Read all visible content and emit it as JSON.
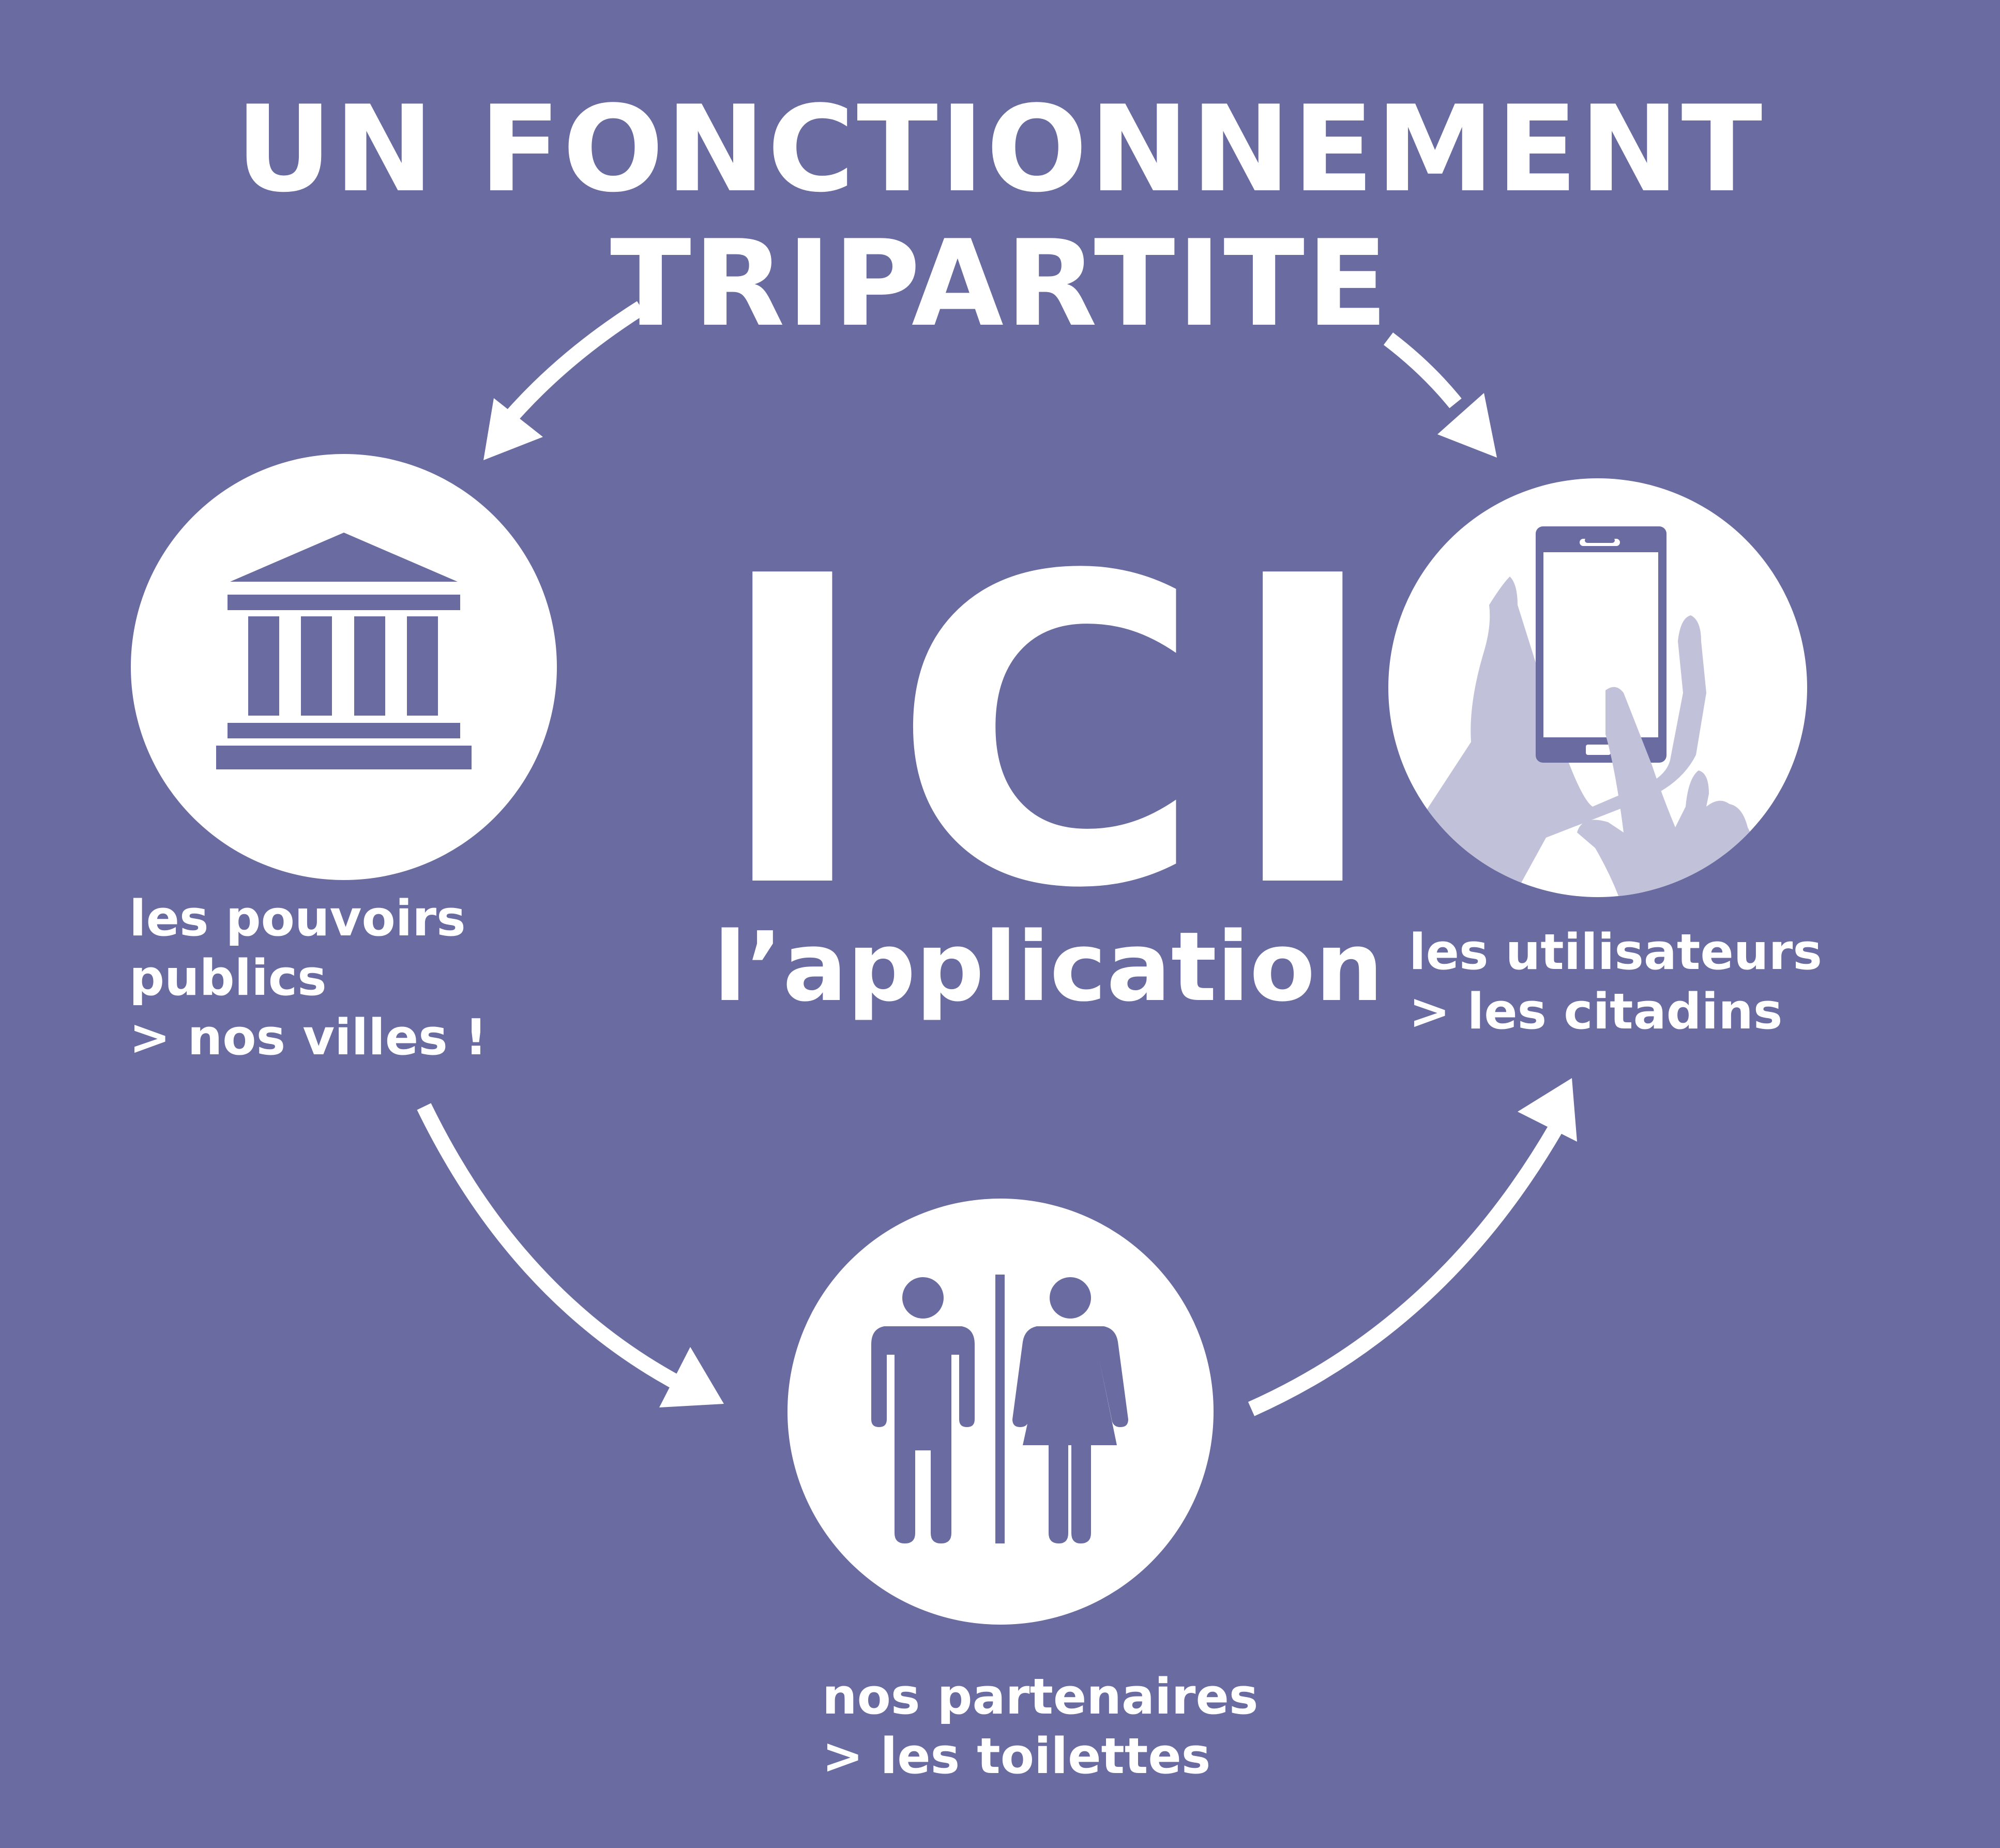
{
  "title": {
    "line1": "UN FONCTIONNEMENT",
    "line2": "TRIPARTITE"
  },
  "center": {
    "logo": "ICI",
    "subtitle": "l’application"
  },
  "nodes": {
    "public": {
      "icon": "government-building-icon",
      "lines": [
        "les pouvoirs",
        "publics",
        "> nos villes !"
      ]
    },
    "users": {
      "icon": "smartphone-in-hand-icon",
      "lines": [
        "les utilisateurs",
        "> les citadins"
      ]
    },
    "partners": {
      "icon": "restroom-icon",
      "lines": [
        "nos partenaires",
        "> les toilettes"
      ]
    }
  },
  "colors": {
    "background": "#6a6ba1",
    "foreground": "#ffffff",
    "hand": "#c1c1da"
  }
}
